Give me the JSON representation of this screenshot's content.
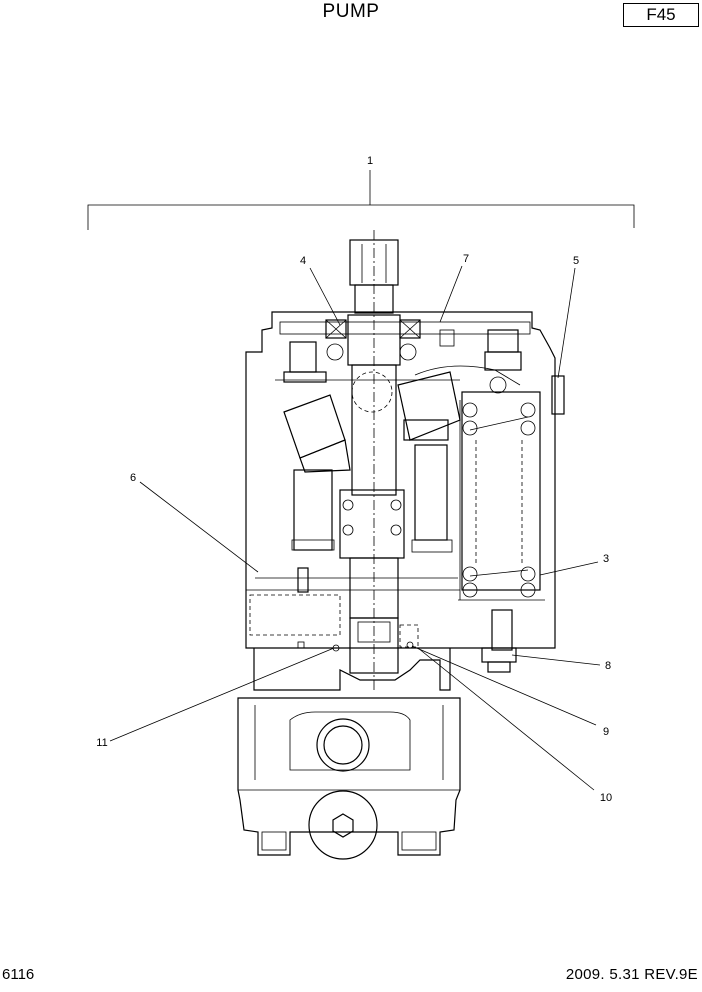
{
  "header": {
    "title": "PUMP",
    "page_code": "F45"
  },
  "footer": {
    "figure_number": "6116",
    "revision": "2009. 5.31 REV.9E"
  },
  "callouts": [
    "1",
    "3",
    "4",
    "5",
    "6",
    "7",
    "8",
    "9",
    "10",
    "11"
  ]
}
